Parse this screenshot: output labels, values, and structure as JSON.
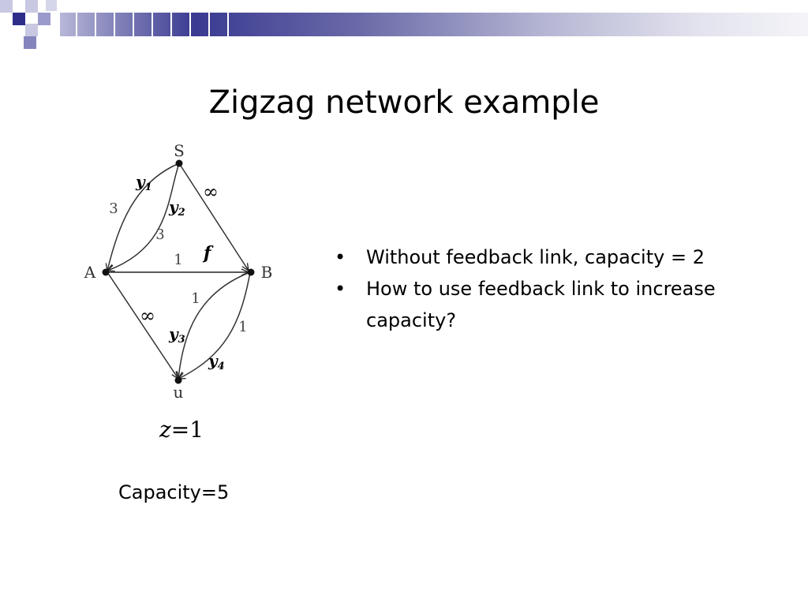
{
  "slide": {
    "title": "Zigzag network example",
    "theme_colors": {
      "header_dark": "#2e2e8a",
      "header_mid": "#6a6aa8",
      "header_light": "#c8c8e2"
    }
  },
  "diagram": {
    "nodes": {
      "s": "S",
      "a": "A",
      "b": "B",
      "u": "u"
    },
    "edge_labels": {
      "s_a_outer_capacity": "3",
      "s_a_inner_capacity": "3",
      "s_b_capacity": "∞",
      "a_b_capacity": "1",
      "a_u_capacity": "∞",
      "b_u_inner_capacity": "1",
      "b_u_outer_capacity": "1"
    },
    "flow_labels": {
      "y1": {
        "base": "y",
        "sub": "1"
      },
      "y2": {
        "base": "y",
        "sub": "2"
      },
      "y3": {
        "base": "y",
        "sub": "3"
      },
      "y4": {
        "base": "y",
        "sub": "4"
      },
      "f": "f"
    }
  },
  "formula": {
    "variable": "z",
    "rest": "=1"
  },
  "capacity_text": "Capacity=5",
  "bullets": [
    "Without feedback link, capacity = 2",
    "How to use feedback link to increase capacity?"
  ]
}
